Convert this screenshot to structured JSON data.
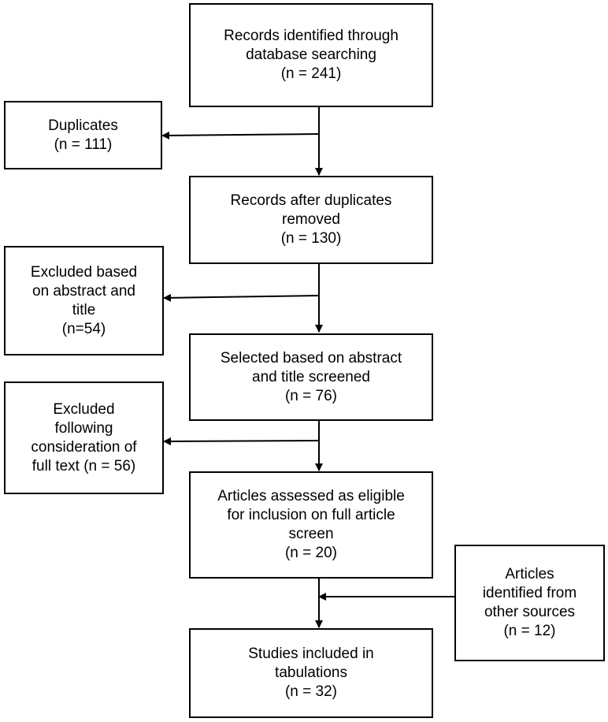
{
  "boxes": {
    "identified": {
      "lines": [
        "Records identified through",
        "database searching",
        "(n = 241)"
      ]
    },
    "duplicates": {
      "lines": [
        "Duplicates",
        "(n = 111)"
      ]
    },
    "after_duplicates": {
      "lines": [
        "Records after duplicates",
        "removed",
        "(n = 130)"
      ]
    },
    "excluded_abstract": {
      "lines": [
        "Excluded based",
        "on abstract and",
        "title",
        "(n=54)"
      ]
    },
    "selected": {
      "lines": [
        "Selected based on abstract",
        "and title screened",
        "(n = 76)"
      ]
    },
    "excluded_fulltext": {
      "lines": [
        "Excluded",
        "following",
        "consideration of",
        "full text (n = 56)"
      ]
    },
    "eligible": {
      "lines": [
        "Articles assessed as eligible",
        "for inclusion on full article",
        "screen",
        "(n = 20)"
      ]
    },
    "other_sources": {
      "lines": [
        "Articles",
        "identified from",
        "other sources",
        "(n = 12)"
      ]
    },
    "included": {
      "lines": [
        "Studies included in",
        "tabulations",
        "(n = 32)"
      ]
    }
  }
}
